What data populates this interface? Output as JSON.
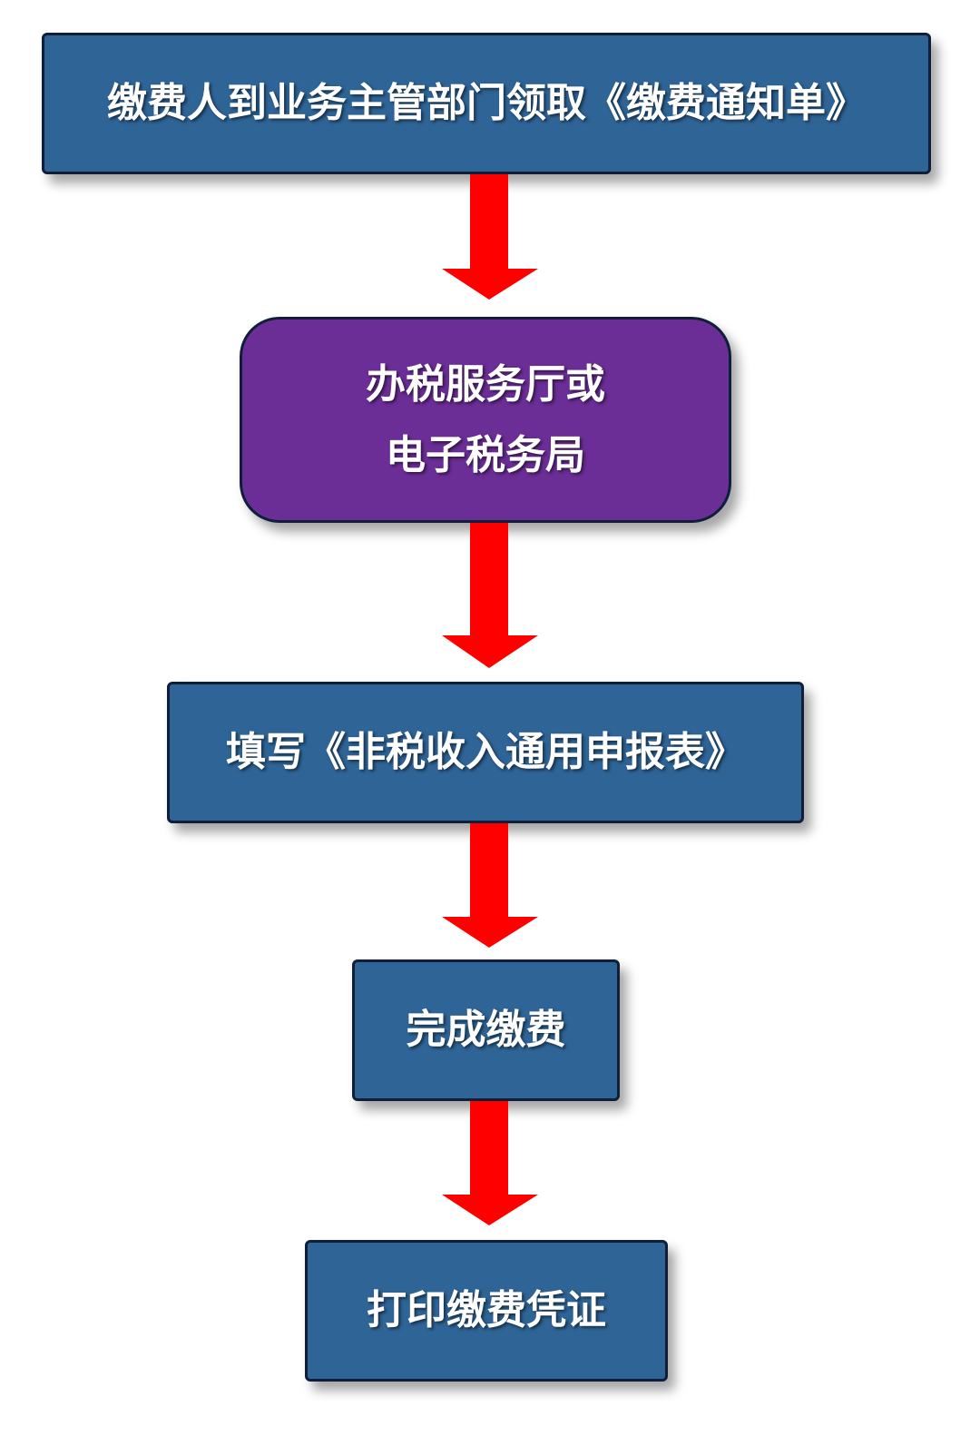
{
  "colors": {
    "step_box": "#2e6496",
    "highlight_box": "#6b2d96",
    "border": "#0f1f3a",
    "arrow": "#ff0000",
    "text": "#ffffff"
  },
  "steps": [
    {
      "lines": [
        "缴费人到业务主管部门领取《缴费通知单》"
      ]
    },
    {
      "lines": [
        "办税服务厅或",
        "电子税务局"
      ]
    },
    {
      "lines": [
        "填写《非税收入通用申报表》"
      ]
    },
    {
      "lines": [
        "完成缴费"
      ]
    },
    {
      "lines": [
        "打印缴费凭证"
      ]
    }
  ]
}
